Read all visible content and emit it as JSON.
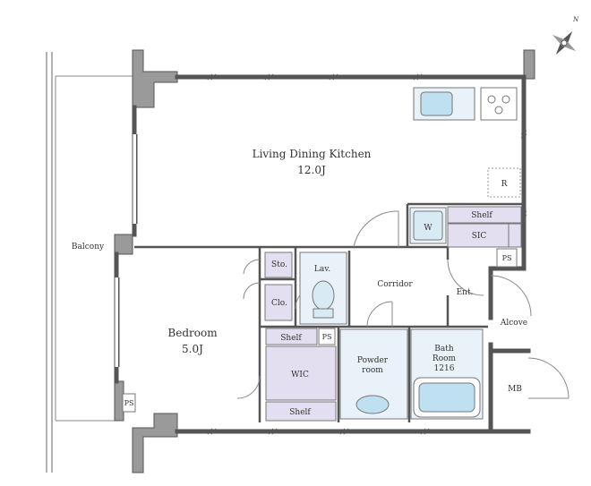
{
  "rooms": {
    "ldk": {
      "name": "Living Dining Kitchen",
      "size": "12.0J"
    },
    "bedroom": {
      "name": "Bedroom",
      "size": "5.0J"
    },
    "balcony": "Balcony",
    "corridor": "Corridor",
    "entrance": "Ent.",
    "alcove": "Alcove",
    "mb": "MB",
    "storage": "Sto.",
    "closet": "Clo.",
    "lavatory": "Lav.",
    "wic": "WIC",
    "sic": "SIC",
    "shelf_sic": "Shelf",
    "shelf_wic_top": "Shelf",
    "shelf_wic_bottom": "Shelf",
    "powder_room": {
      "line1": "Powder",
      "line2": "room"
    },
    "bath_room": {
      "line1": "Bath",
      "line2": "Room",
      "line3": "1216"
    },
    "refrigerator": "R",
    "washer": "W",
    "ps_bedroom": "PS",
    "ps_wic": "PS",
    "ps_entrance": "PS"
  },
  "compass": {
    "north_label": "N"
  },
  "colors": {
    "wall": "#555555",
    "wall_fill": "#9a9a9a",
    "storage_fill": "#e3def0",
    "wet_fill": "#e8f2f8",
    "fixture_fill": "#bfe0f0",
    "text": "#333333"
  }
}
